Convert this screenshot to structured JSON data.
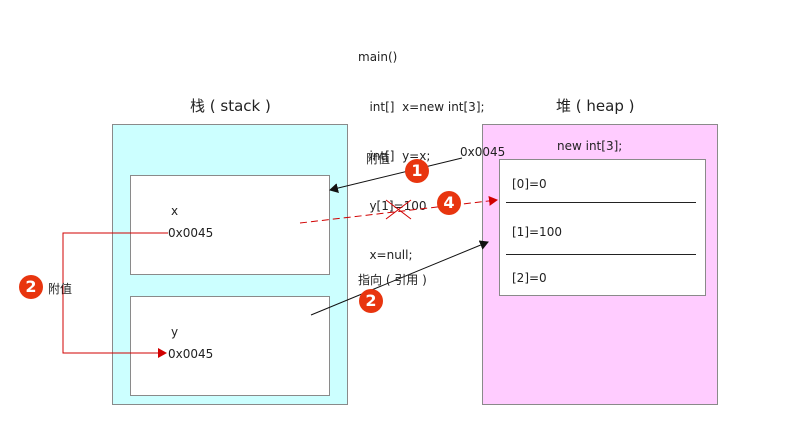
{
  "code": {
    "lines": [
      "main()",
      "   int[]  x=new int[3];",
      "   int[]  y=x;",
      "   y[1]=100",
      "   x=null;"
    ]
  },
  "stack": {
    "title": "栈 ( stack )",
    "x_box": {
      "name": "x",
      "value": "0x0045"
    },
    "y_box": {
      "name": "y",
      "value": "0x0045"
    }
  },
  "heap": {
    "title": "堆 ( heap )",
    "label": "new int[3];",
    "cells": [
      "[0]=0",
      "[1]=100",
      "[2]=0"
    ]
  },
  "annotations": {
    "assign_top": "附值",
    "address_top": "0x0045",
    "assign_left": "附值",
    "point_to": "指向 ( 引用 )"
  },
  "badges": {
    "one": "1",
    "two_left": "2",
    "two_mid": "2",
    "four": "4"
  },
  "colors": {
    "stack_bg": "#ccffff",
    "heap_bg": "#ffccff",
    "accent_red": "#e8350f",
    "arrow_red": "#d10000",
    "line_dark": "#111111"
  }
}
